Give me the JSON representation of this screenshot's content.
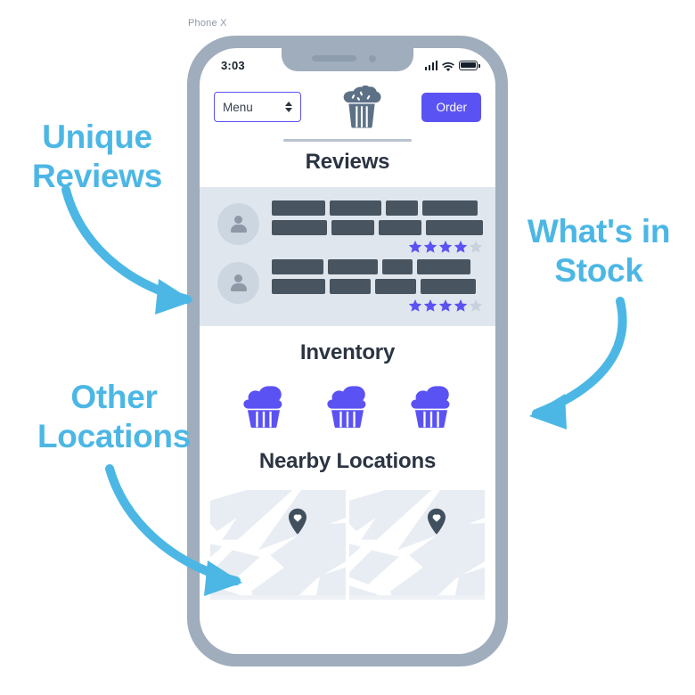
{
  "device": {
    "label": "Phone X"
  },
  "status_bar": {
    "time": "3:03",
    "icons": [
      "signal-icon",
      "wifi-icon",
      "battery-icon"
    ]
  },
  "app_header": {
    "menu_select": {
      "value": "Menu",
      "icon": "stepper-chevron-icon",
      "border_color": "#5b52f3"
    },
    "logo": {
      "icon": "cupcake-logo-icon",
      "color": "#5d7186"
    },
    "order_button": {
      "label": "Order",
      "background": "#5b52f3",
      "text_color": "#ffffff"
    }
  },
  "sections": {
    "reviews": {
      "title": "Reviews",
      "background": "#dfe6ee",
      "items": [
        {
          "avatar_icon": "user-avatar-icon",
          "line1_bars": [
            60,
            58,
            36,
            62
          ],
          "line2_bars": [
            62,
            48,
            48,
            64
          ],
          "rating": 4,
          "max_rating": 5,
          "star_color": "#5b52f3",
          "empty_star_color": "#c8d2dc"
        },
        {
          "avatar_icon": "user-avatar-icon",
          "line1_bars": [
            58,
            56,
            34,
            60
          ],
          "line2_bars": [
            60,
            46,
            46,
            62
          ],
          "rating": 4,
          "max_rating": 5,
          "star_color": "#5b52f3",
          "empty_star_color": "#c8d2dc"
        }
      ]
    },
    "inventory": {
      "title": "Inventory",
      "items": [
        {
          "icon": "cupcake-icon",
          "color": "#5b52f3"
        },
        {
          "icon": "cupcake-icon",
          "color": "#5b52f3"
        },
        {
          "icon": "cupcake-icon",
          "color": "#5b52f3"
        }
      ]
    },
    "nearby_locations": {
      "title": "Nearby Locations",
      "maps": [
        {
          "pin_icon": "heart-map-pin-icon",
          "pin_color": "#41505e"
        },
        {
          "pin_icon": "heart-map-pin-icon",
          "pin_color": "#41505e"
        }
      ]
    }
  },
  "annotations": {
    "color": "#4cb7e5",
    "unique_reviews": "Unique\nReviews",
    "unique_reviews_line1": "Unique",
    "unique_reviews_line2": "Reviews",
    "whats_in_stock_line1": "What's in",
    "whats_in_stock_line2": "Stock",
    "other_locations_line1": "Other",
    "other_locations_line2": "Locations"
  },
  "theme": {
    "frame_color": "#9fadbd",
    "accent_purple": "#5b52f3",
    "heading_color": "#2b3442",
    "annotation_blue": "#4cb7e5",
    "review_bg": "#dfe6ee",
    "bar_color": "#48545f"
  }
}
